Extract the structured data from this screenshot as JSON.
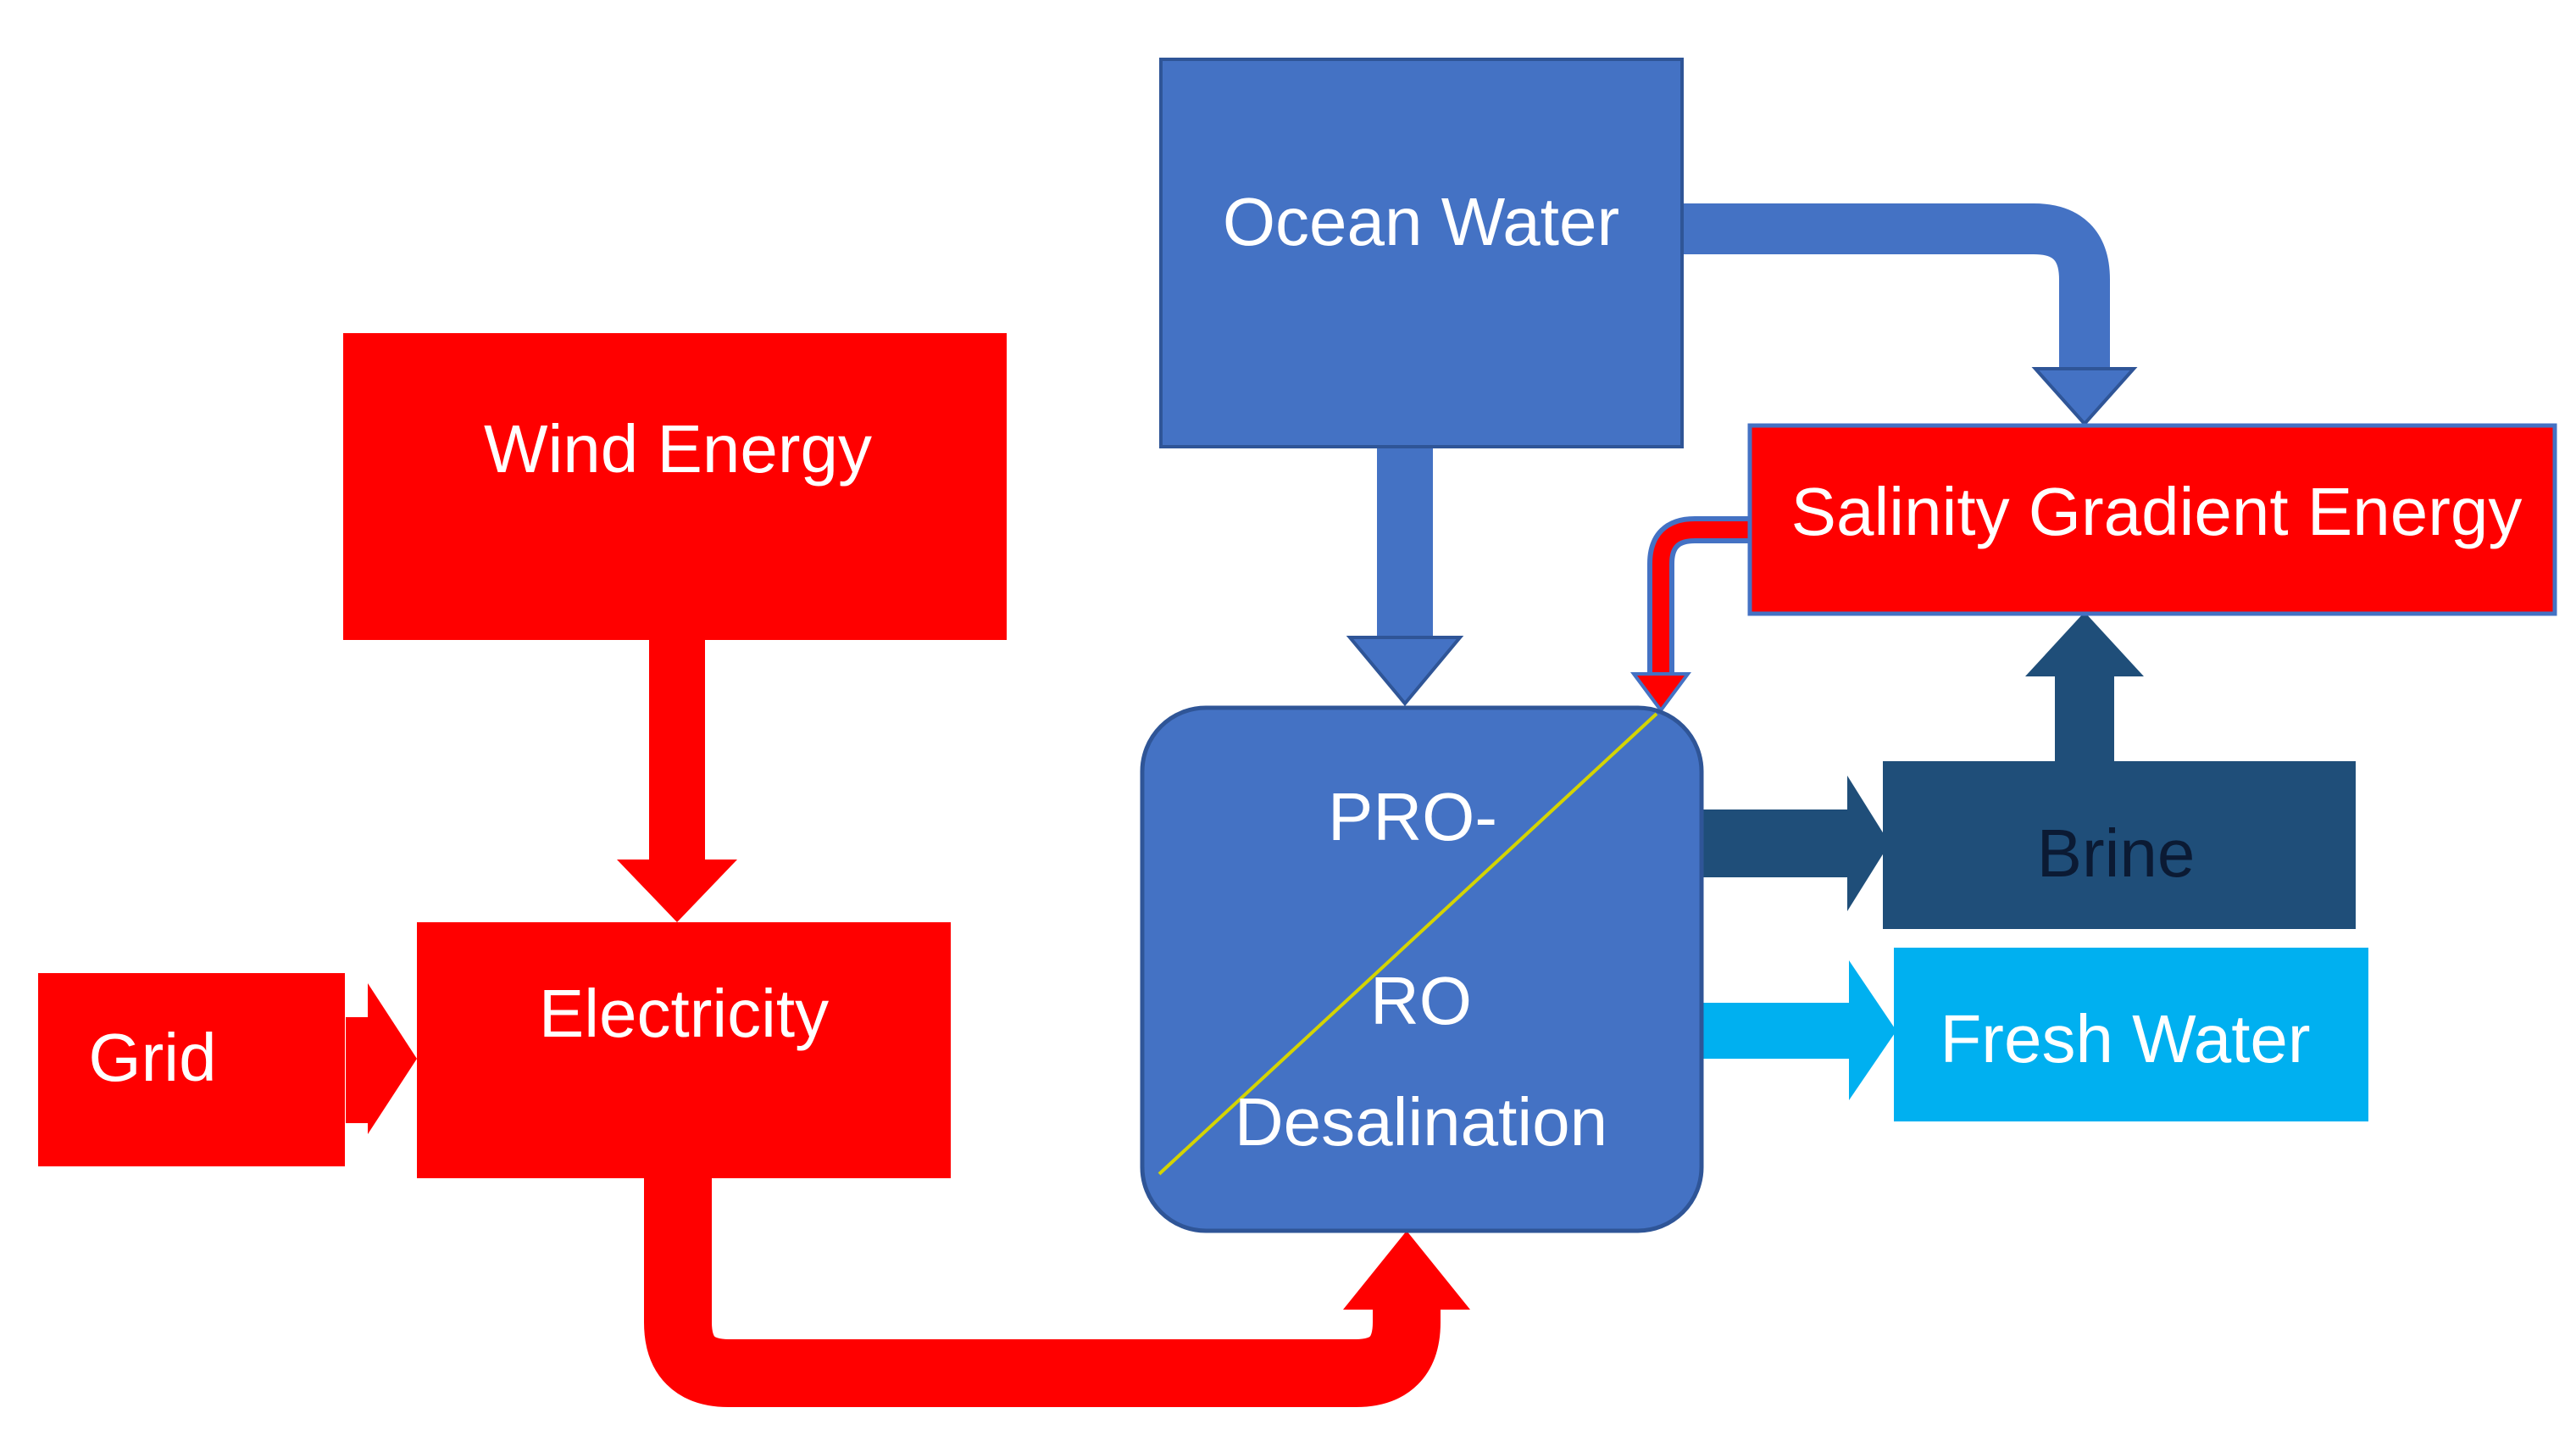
{
  "nodes": {
    "ocean_water": {
      "label": "Ocean Water",
      "color": "#4472C4"
    },
    "wind_energy": {
      "label": "Wind Energy",
      "color": "#FF0000"
    },
    "salinity_gradient_energy": {
      "label": "Salinity Gradient Energy",
      "color": "#FF0000"
    },
    "grid": {
      "label": "Grid",
      "color": "#FF0000"
    },
    "electricity": {
      "label": "Electricity",
      "color": "#FF0000"
    },
    "desalination": {
      "label_top": "PRO-",
      "label_middle": "RO",
      "label_bottom": "Desalination",
      "color": "#4472C4"
    },
    "brine": {
      "label": "Brine",
      "color": "#1F4E79"
    },
    "fresh_water": {
      "label": "Fresh Water",
      "color": "#00B0F0"
    }
  },
  "colors": {
    "energy_flow": "#FF0000",
    "water_flow": "#4472C4",
    "brine_flow": "#1F4E79",
    "fresh_flow": "#00B0F0",
    "divider_line": "#D4D400"
  }
}
